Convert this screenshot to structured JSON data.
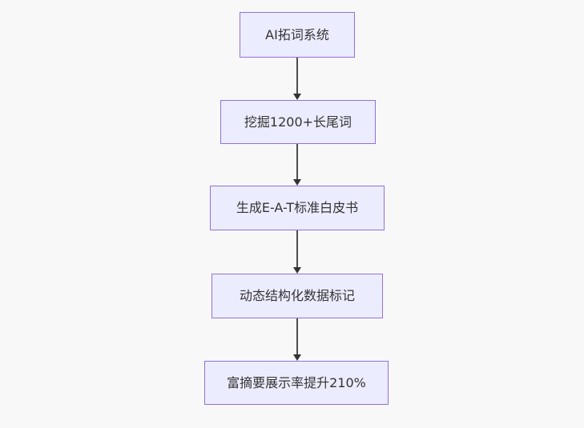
{
  "diagram": {
    "type": "flowchart",
    "direction": "top-down",
    "nodes": [
      {
        "id": "node-1",
        "label": "AI拓词系统"
      },
      {
        "id": "node-2",
        "label": "挖掘1200+长尾词"
      },
      {
        "id": "node-3",
        "label": "生成E-A-T标准白皮书"
      },
      {
        "id": "node-4",
        "label": "动态结构化数据标记"
      },
      {
        "id": "node-5",
        "label": "富摘要展示率提升210%"
      }
    ],
    "edges": [
      {
        "from": "node-1",
        "to": "node-2",
        "style": "arrow"
      },
      {
        "from": "node-2",
        "to": "node-3",
        "style": "arrow"
      },
      {
        "from": "node-3",
        "to": "node-4",
        "style": "arrow"
      },
      {
        "from": "node-4",
        "to": "node-5",
        "style": "arrow"
      }
    ],
    "colors": {
      "background": "#f8f8f8",
      "node_fill": "#ECECFF",
      "node_border": "#9370DB",
      "node_text": "#333333",
      "edge_line": "#4d4d4d",
      "edge_arrowhead": "#333333"
    }
  }
}
